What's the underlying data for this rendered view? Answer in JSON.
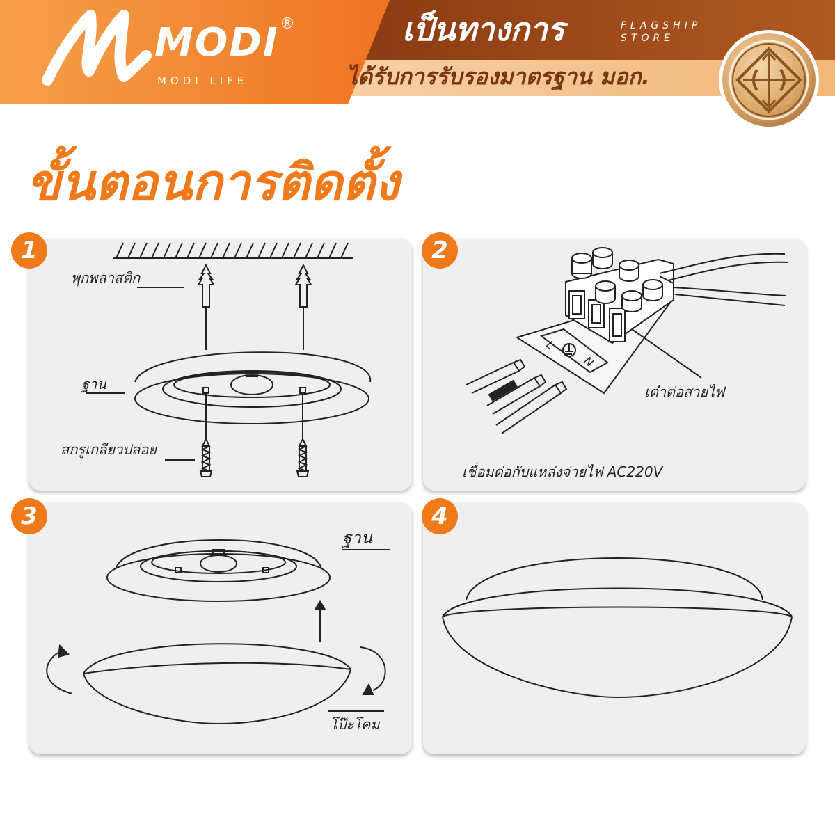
{
  "header": {
    "brand_name": "MODI",
    "brand_registered": "®",
    "brand_tagline": "MODI LIFE",
    "official_label": "เป็นทางการ",
    "flagship_line1": "FLAGSHIP",
    "flagship_line2": "STORE",
    "certification_text": "ได้รับการรับรองมาตรฐาน มอก."
  },
  "page_title": "ขั้นตอนการติดตั้ง",
  "steps": [
    {
      "number": "1",
      "labels": {
        "anchor": "พุกพลาสติก",
        "base": "ฐาน",
        "screw": "สกรูเกลียวปล่อย"
      }
    },
    {
      "number": "2",
      "labels": {
        "terminal": "เต๋าต่อสายไฟ",
        "power": "เชื่อมต่อกับแหล่งจ่ายไฟ  AC220V",
        "terminal_l": "L",
        "terminal_n": "N"
      }
    },
    {
      "number": "3",
      "labels": {
        "base": "ฐาน",
        "cover": "โป๊ะโคม"
      }
    },
    {
      "number": "4",
      "labels": {}
    }
  ],
  "colors": {
    "accent": "#f07a1a",
    "banner_dark": "#7a3410",
    "seal_gold": "#c8924a",
    "panel_bg": "#efefef"
  },
  "icons": {
    "logo": "modi-m-logo",
    "seal": "tis-certification-seal"
  }
}
